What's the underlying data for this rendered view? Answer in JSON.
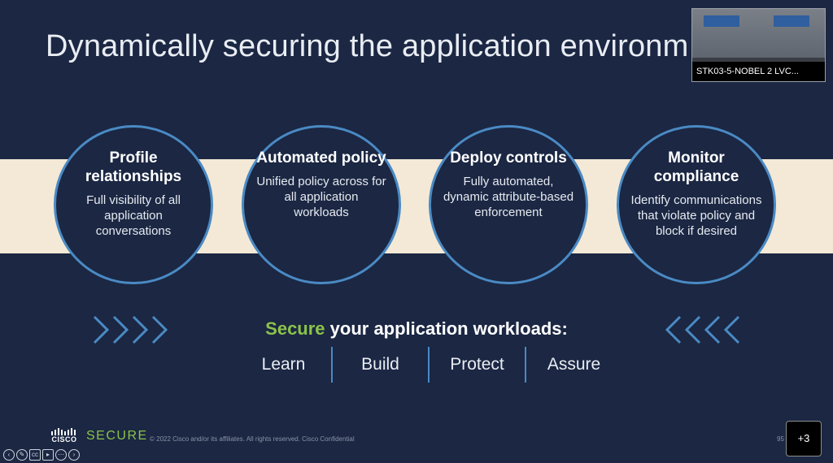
{
  "slide": {
    "title": "Dynamically securing the application environm",
    "circles": [
      {
        "heading": "Profile relationships",
        "body": "Full visibility of all application conversations"
      },
      {
        "heading": "Automated policy",
        "body": "Unified policy across for all application workloads"
      },
      {
        "heading": "Deploy controls",
        "body": "Fully automated, dynamic attribute-based enforcement"
      },
      {
        "heading": "Monitor compliance",
        "body": "Identify communications that violate policy and block if desired"
      }
    ],
    "tagline_accent": "Secure",
    "tagline_rest": " your application workloads:",
    "steps": [
      "Learn",
      "Build",
      "Protect",
      "Assure"
    ],
    "brand_small": "CISCO",
    "brand_product": "SECURE",
    "copyright": "© 2022 Cisco and/or its affiliates. All rights reserved. Cisco Confidential",
    "page_number": "95"
  },
  "video": {
    "caption": "STK03-5-NOBEL 2 LVC..."
  },
  "participants_more": "+3",
  "toolbar_icons": [
    "back-icon",
    "pen-icon",
    "captions-icon",
    "video-icon",
    "more-icon",
    "forward-icon"
  ],
  "colors": {
    "background": "#1b2743",
    "band": "#f4e9d6",
    "accent": "#8bc34a",
    "ring": "#4a8ac4"
  }
}
